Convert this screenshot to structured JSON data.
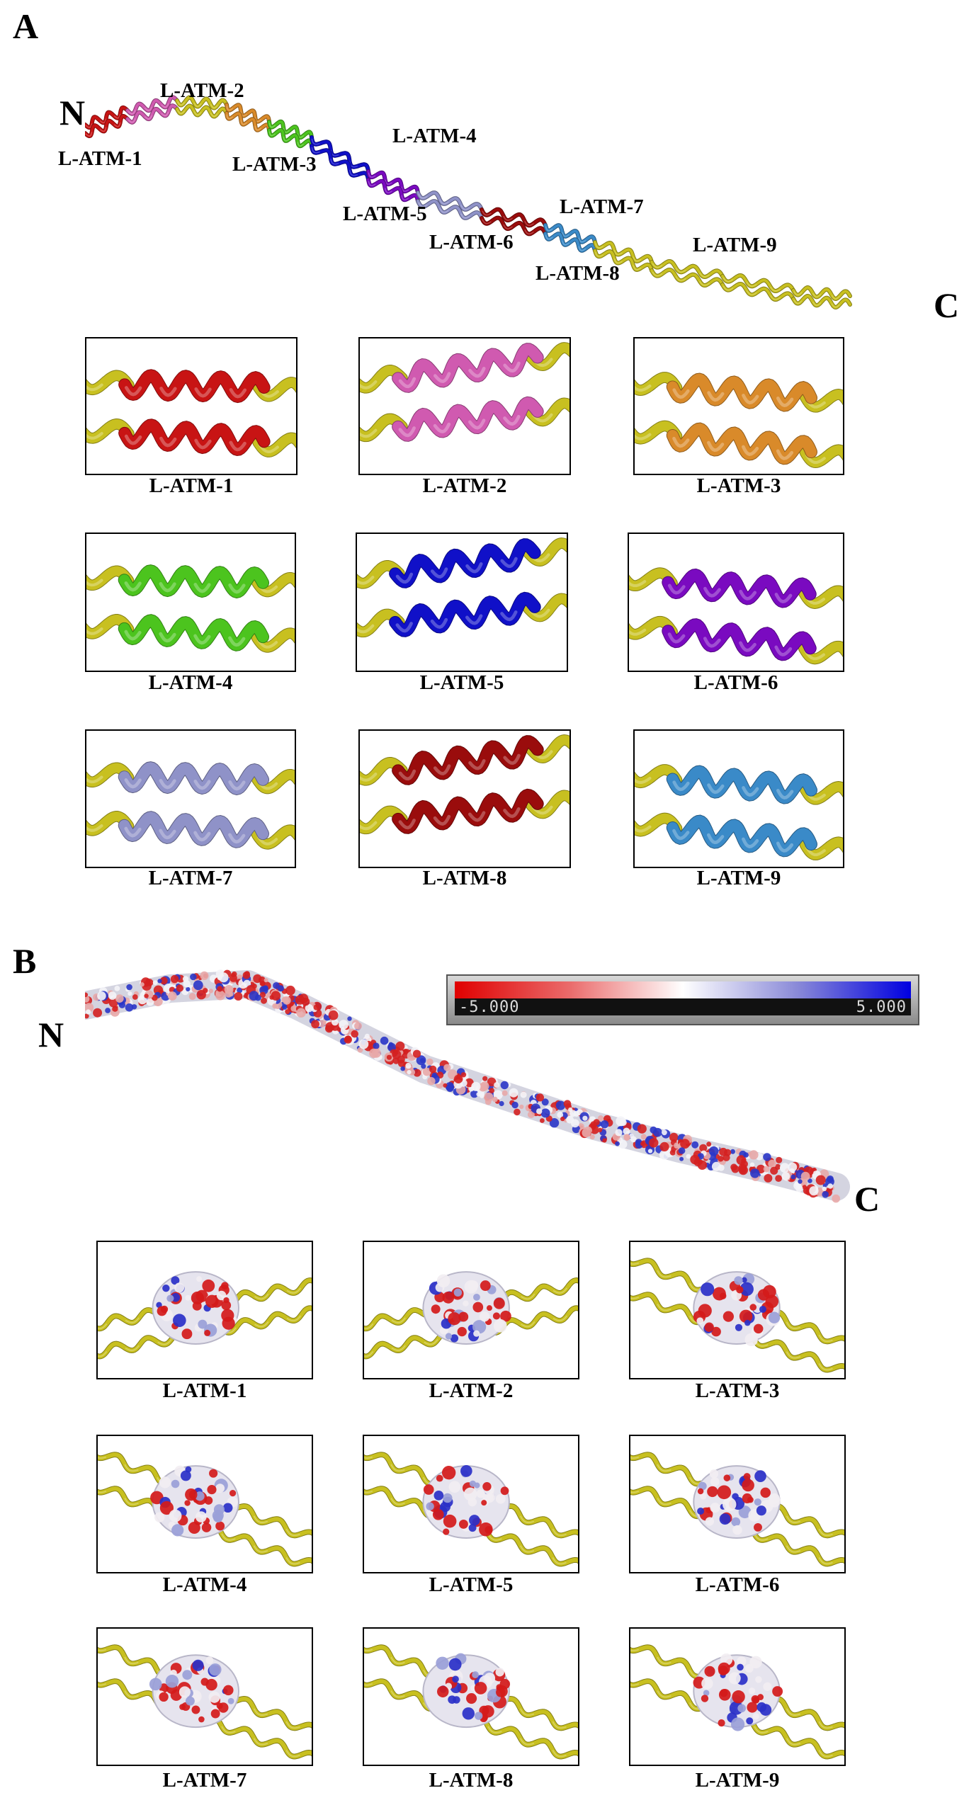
{
  "panel_a": {
    "letter": "A",
    "n_label": "N",
    "c_label": "C",
    "segment_labels": [
      "L-ATM-1",
      "L-ATM-2",
      "L-ATM-3",
      "L-ATM-4",
      "L-ATM-5",
      "L-ATM-6",
      "L-ATM-7",
      "L-ATM-8",
      "L-ATM-9"
    ],
    "segment_colors": [
      "#c81414",
      "#d05ab0",
      "#d98a2a",
      "#4cc41e",
      "#1010c8",
      "#7a0ac0",
      "#8f92c8",
      "#9a0c0c",
      "#3a8ac8"
    ],
    "helix_color": "#c8c020",
    "captions": [
      "L-ATM-1",
      "L-ATM-2",
      "L-ATM-3",
      "L-ATM-4",
      "L-ATM-5",
      "L-ATM-6",
      "L-ATM-7",
      "L-ATM-8",
      "L-ATM-9"
    ]
  },
  "panel_b": {
    "letter": "B",
    "n_label": "N",
    "c_label": "C",
    "scale_min": "-5.000",
    "scale_max": "5.000",
    "captions": [
      "L-ATM-1",
      "L-ATM-2",
      "L-ATM-3",
      "L-ATM-4",
      "L-ATM-5",
      "L-ATM-6",
      "L-ATM-7",
      "L-ATM-8",
      "L-ATM-9"
    ]
  }
}
